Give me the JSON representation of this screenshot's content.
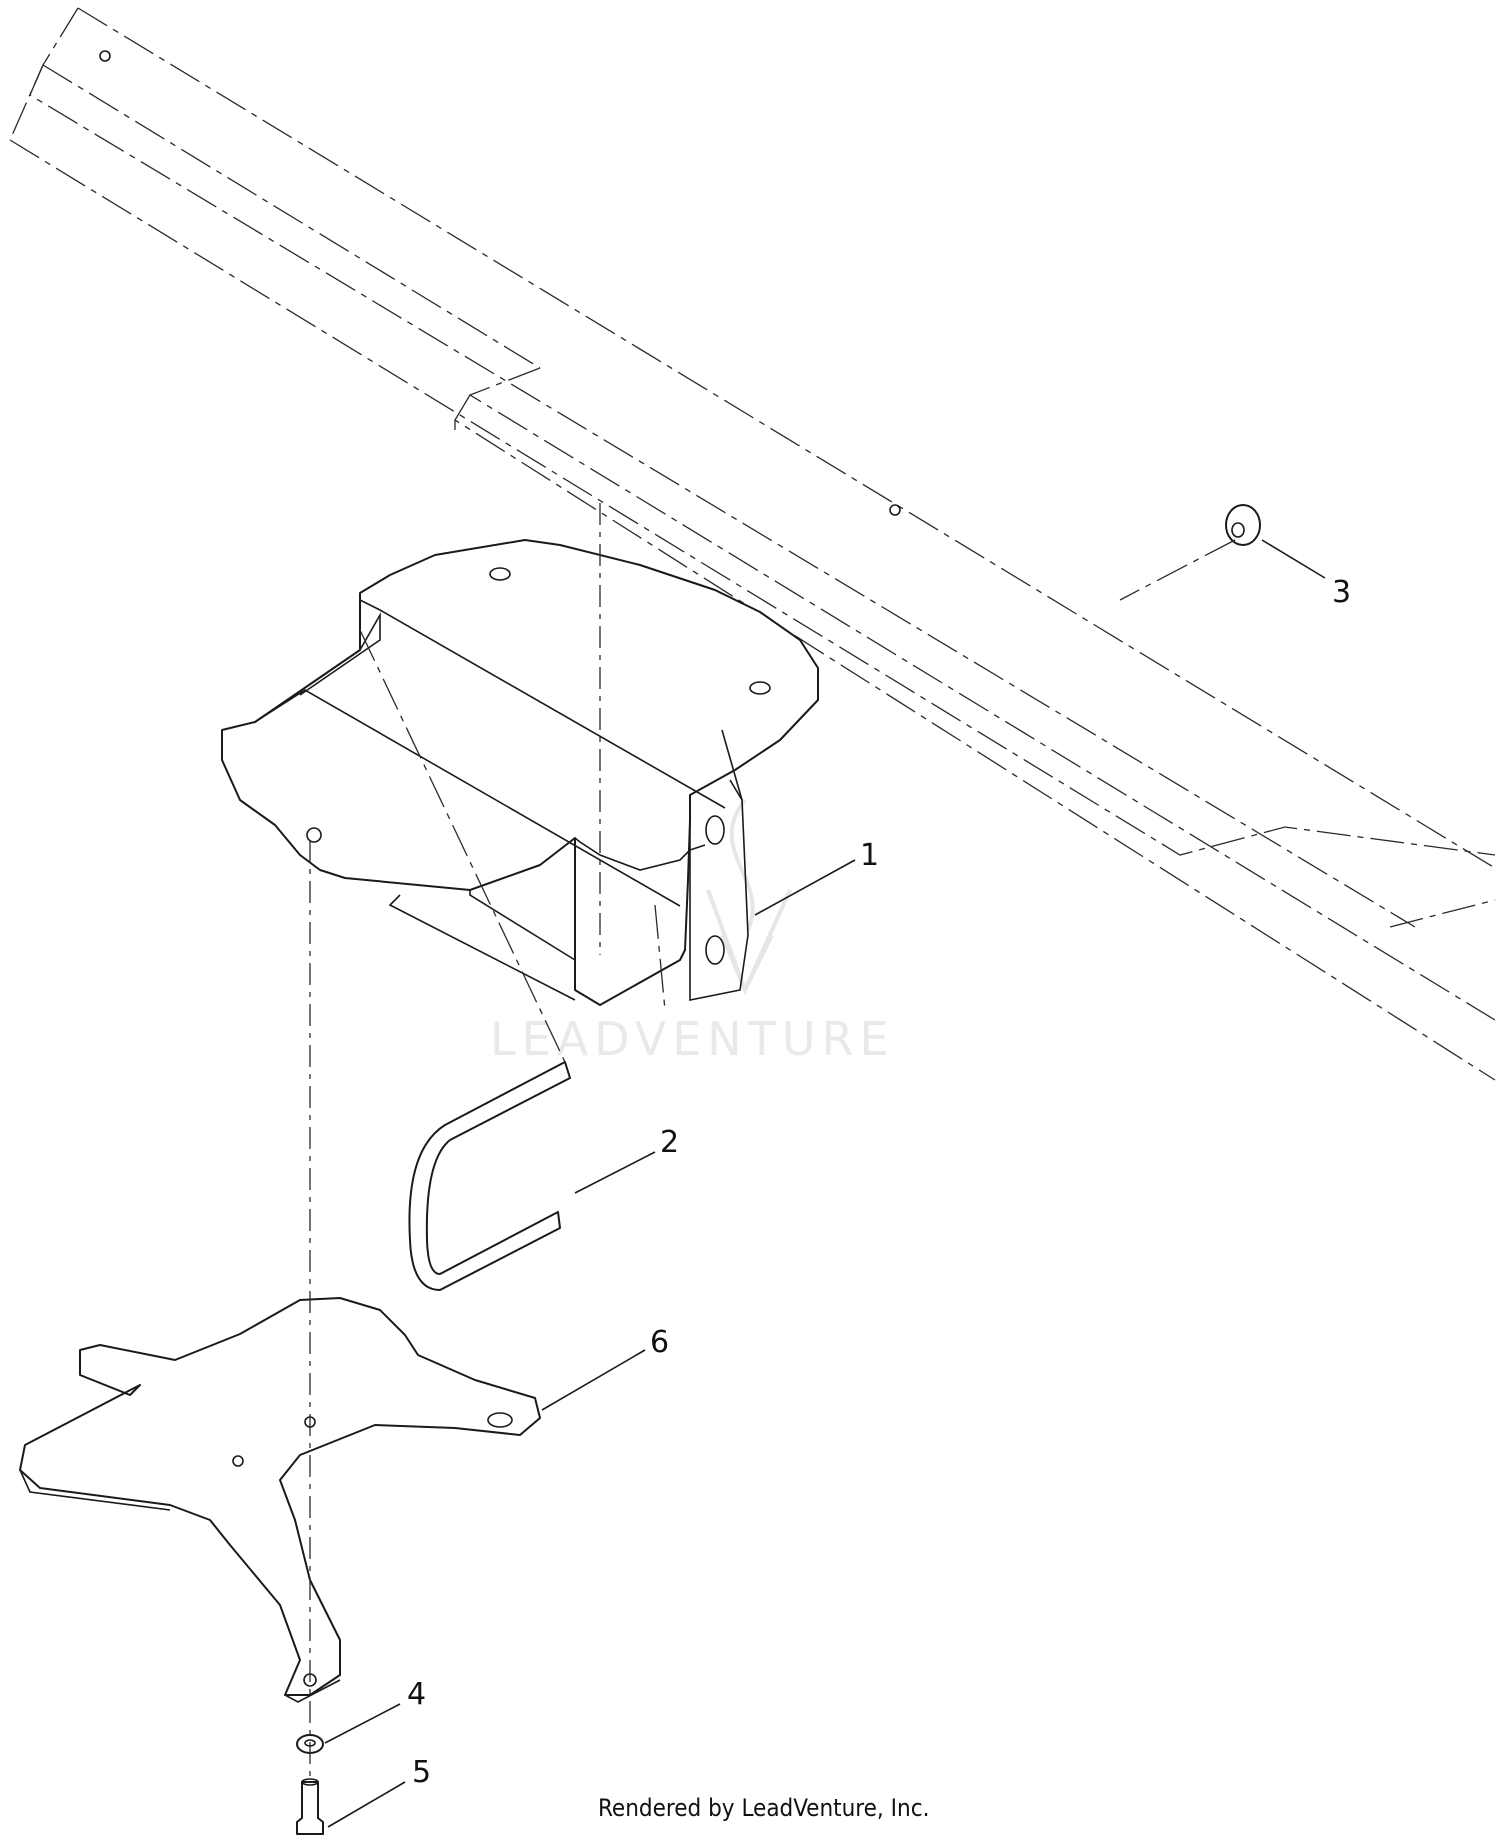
{
  "diagram": {
    "callouts": [
      {
        "id": "1",
        "label": "1"
      },
      {
        "id": "2",
        "label": "2"
      },
      {
        "id": "3",
        "label": "3"
      },
      {
        "id": "4",
        "label": "4"
      },
      {
        "id": "5",
        "label": "5"
      },
      {
        "id": "6",
        "label": "6"
      }
    ],
    "watermark": "LEADVENTURE",
    "credit": "Rendered by LeadVenture, Inc."
  }
}
